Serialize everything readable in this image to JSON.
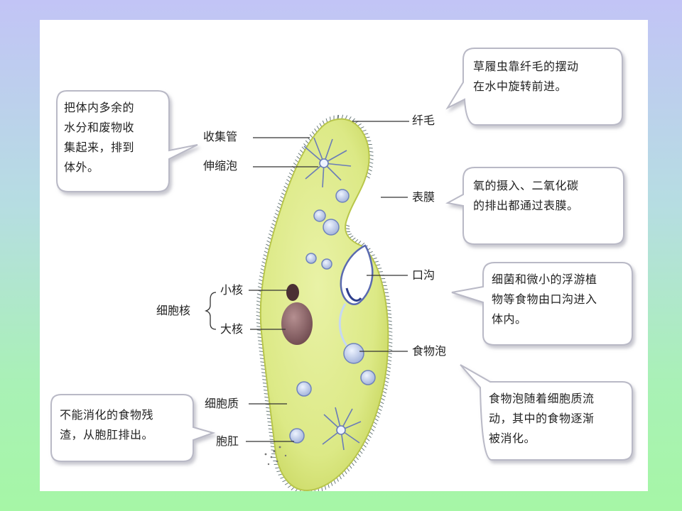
{
  "labels": {
    "shoujiguan": "收集管",
    "shensuopao": "伸缩泡",
    "xianmao": "纤毛",
    "biaomo": "表膜",
    "kougou": "口沟",
    "xiaohe": "小核",
    "xibaohe": "细胞核",
    "dahe": "大核",
    "shiwupao": "食物泡",
    "xibaozhi": "细胞质",
    "baogang": "胞肛"
  },
  "bubbles": {
    "collect": "把体内多余的\n水分和废物收\n集起来，排到\n体外。",
    "cilia": "草履虫靠纤毛的摆动\n在水中旋转前进。",
    "membrane": "氧的摄入、二氧化碳\n的排出都通过表膜。",
    "groove": "细菌和微小的浮游植\n物等食物由口沟进入\n体内。",
    "vacuole": "食物泡随着细胞质流\n动，其中的食物逐渐\n被消化。",
    "anal": "不能消化的食物残\n渣，从胞肛排出。"
  },
  "colors": {
    "body_fill": "#dde98a",
    "body_edge": "#b8c64a",
    "cilia": "#6a7a7a",
    "organelle": "#7d8fc0",
    "nucleus": "#8a5f63",
    "bubble_border": "#b9b9c6"
  }
}
